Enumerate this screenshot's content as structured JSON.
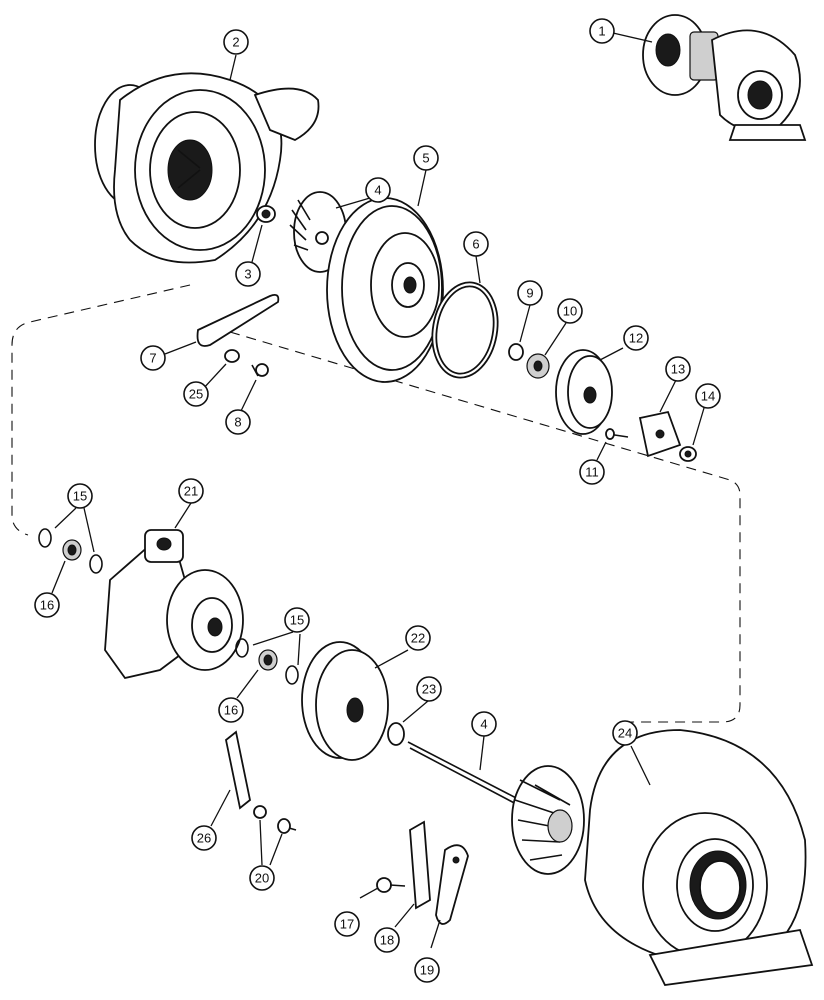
{
  "callouts": [
    {
      "id": "c1",
      "label": "1"
    },
    {
      "id": "c2",
      "label": "2"
    },
    {
      "id": "c3",
      "label": "3"
    },
    {
      "id": "c4a",
      "label": "4"
    },
    {
      "id": "c5",
      "label": "5"
    },
    {
      "id": "c6",
      "label": "6"
    },
    {
      "id": "c7",
      "label": "7"
    },
    {
      "id": "c8",
      "label": "8"
    },
    {
      "id": "c9",
      "label": "9"
    },
    {
      "id": "c10",
      "label": "10"
    },
    {
      "id": "c11",
      "label": "11"
    },
    {
      "id": "c12",
      "label": "12"
    },
    {
      "id": "c13",
      "label": "13"
    },
    {
      "id": "c14",
      "label": "14"
    },
    {
      "id": "c15a",
      "label": "15"
    },
    {
      "id": "c15b",
      "label": "15"
    },
    {
      "id": "c16a",
      "label": "16"
    },
    {
      "id": "c16b",
      "label": "16"
    },
    {
      "id": "c17",
      "label": "17"
    },
    {
      "id": "c18",
      "label": "18"
    },
    {
      "id": "c19",
      "label": "19"
    },
    {
      "id": "c20",
      "label": "20"
    },
    {
      "id": "c21",
      "label": "21"
    },
    {
      "id": "c22",
      "label": "22"
    },
    {
      "id": "c23",
      "label": "23"
    },
    {
      "id": "c24",
      "label": "24"
    },
    {
      "id": "c25",
      "label": "25"
    },
    {
      "id": "c26",
      "label": "26"
    },
    {
      "id": "c4b",
      "label": "4"
    }
  ]
}
